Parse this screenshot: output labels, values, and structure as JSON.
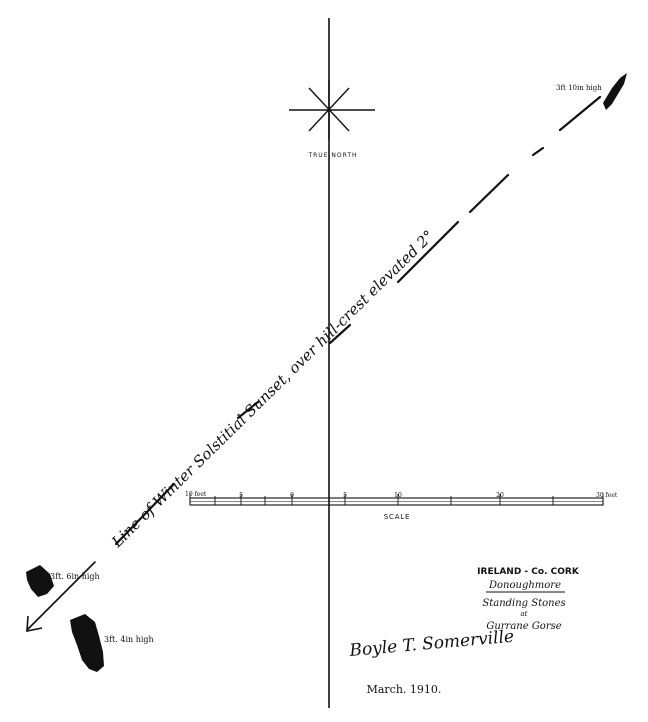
{
  "compass": {
    "label": "TRUE NORTH"
  },
  "sunset_line": {
    "label": "Line of Winter Solstitial Sunset, over hill-crest elevated 2°"
  },
  "stones": [
    {
      "label": "3ft 10in high"
    },
    {
      "label": "3ft. 6in high"
    },
    {
      "label": "3ft. 4in high"
    }
  ],
  "scale": {
    "title": "SCALE",
    "ticks": [
      "10 feet",
      "5",
      "0",
      "5",
      "10",
      "20",
      "30 feet"
    ]
  },
  "title_block": {
    "country_county": "IRELAND - Co. CORK",
    "parish": "Donoughmore",
    "line1": "Standing Stones",
    "line2": "at",
    "line3": "Gurrane Gorse"
  },
  "signature": "Boyle T. Somerville",
  "date": "March. 1910."
}
